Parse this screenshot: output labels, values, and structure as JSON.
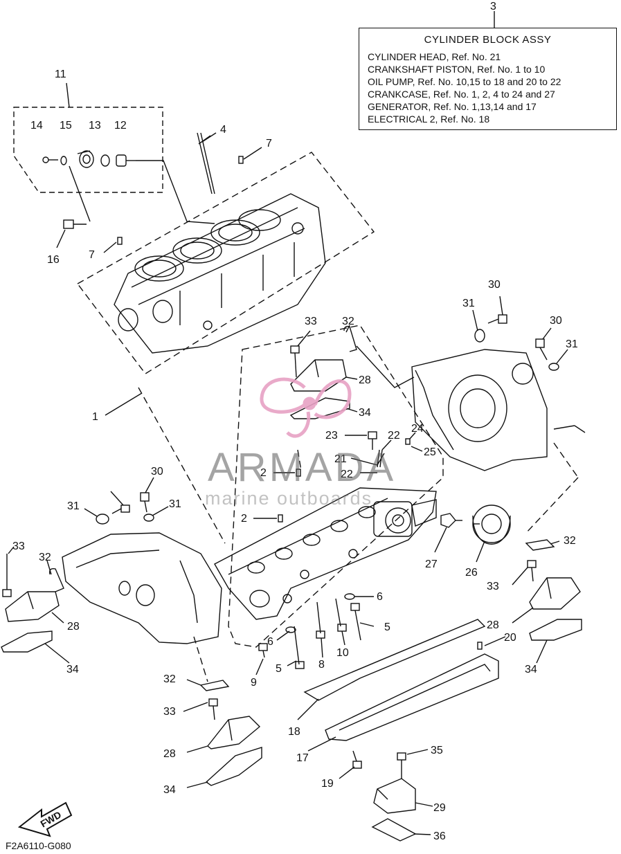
{
  "legend": {
    "ref_number": "3",
    "title": "CYLINDER BLOCK ASSY",
    "lines": [
      "CYLINDER HEAD, Ref. No. 21",
      "CRANKSHAFT PISTON, Ref. No. 1 to 10",
      "OIL PUMP, Ref. No. 10,15 to 18 and 20 to 22",
      "CRANKCASE, Ref. No. 1, 2, 4 to 24 and 27",
      "GENERATOR, Ref. No. 1,13,14 and 17",
      "ELECTRICAL 2, Ref. No. 18"
    ]
  },
  "callouts": {
    "c1": "1",
    "c2a": "2",
    "c2b": "2",
    "c4": "4",
    "c5a": "5",
    "c5b": "5",
    "c6a": "6",
    "c6b": "6",
    "c7a": "7",
    "c7b": "7",
    "c8": "8",
    "c9": "9",
    "c10": "10",
    "c11": "11",
    "c12": "12",
    "c13": "13",
    "c14": "14",
    "c15": "15",
    "c16": "16",
    "c17": "17",
    "c18": "18",
    "c19": "19",
    "c20": "20",
    "c21": "21",
    "c22a": "22",
    "c22b": "22",
    "c23": "23",
    "c24": "24",
    "c25": "25",
    "c26": "26",
    "c27": "27",
    "c28a": "28",
    "c28b": "28",
    "c28c": "28",
    "c28d": "28",
    "c29": "29",
    "c30a": "30",
    "c30b": "30",
    "c30c": "30",
    "c31a": "31",
    "c31b": "31",
    "c31c": "31",
    "c31d": "31",
    "c32a": "32",
    "c32b": "32",
    "c32c": "32",
    "c32d": "32",
    "c33a": "33",
    "c33b": "33",
    "c33c": "33",
    "c33d": "33",
    "c34a": "34",
    "c34b": "34",
    "c34c": "34",
    "c34d": "34",
    "c35": "35",
    "c36": "36"
  },
  "fwd_label": "FWD",
  "catalog_code": "F2A6110-G080",
  "watermark": {
    "main": "ARMADA",
    "sub": "marine outboards"
  },
  "colors": {
    "line": "#111111",
    "watermark_logo": "#e7a1c4",
    "watermark_text": "#5a5a5a"
  }
}
